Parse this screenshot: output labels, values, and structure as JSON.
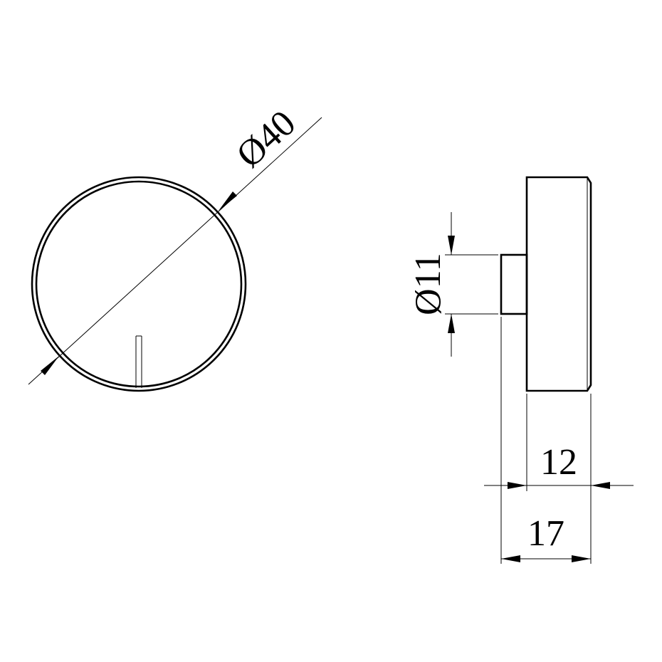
{
  "dimensions": {
    "outer_diameter": "Ø40",
    "pin_diameter": "Ø11",
    "plate_thickness": "12",
    "overall_depth": "17"
  }
}
